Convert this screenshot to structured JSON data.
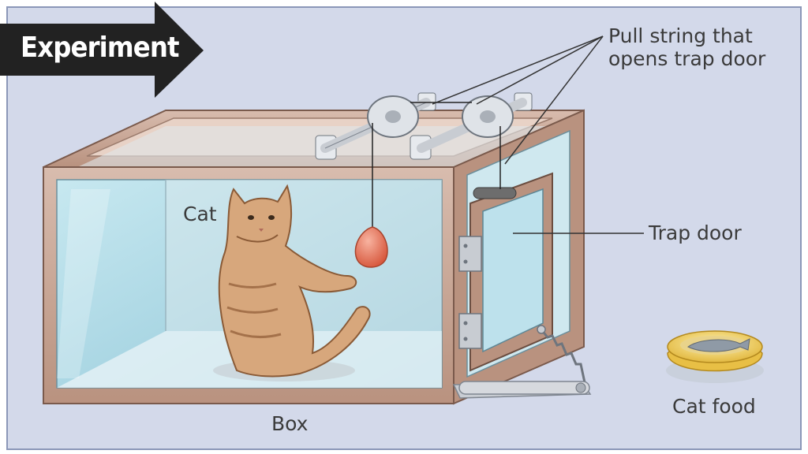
{
  "banner": {
    "title": "Experiment"
  },
  "labels": {
    "pull_string": "Pull string that\nopens trap door",
    "cat": "Cat",
    "trap_door": "Trap door",
    "box": "Box",
    "cat_food": "Cat food"
  },
  "colors": {
    "background": "#d3d9ea",
    "box_wood": "#c9a99a",
    "glass": "#a8d6e3",
    "banner": "#222222",
    "bait": "#e8735a",
    "food_bowl": "#f1d16a"
  }
}
